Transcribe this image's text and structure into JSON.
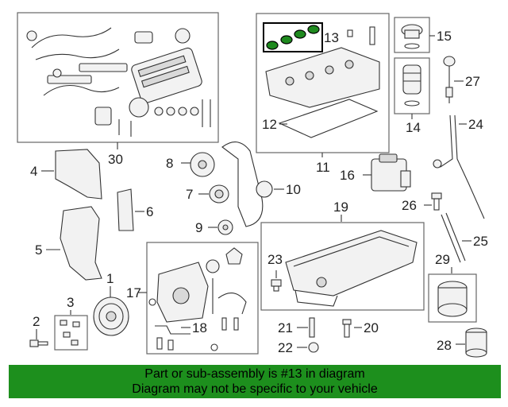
{
  "labels": {
    "p1": "1",
    "p2": "2",
    "p3": "3",
    "p4": "4",
    "p5": "5",
    "p6": "6",
    "p7": "7",
    "p8": "8",
    "p9": "9",
    "p10": "10",
    "p11": "11",
    "p12": "12",
    "p13": "13",
    "p14": "14",
    "p15": "15",
    "p16": "16",
    "p17": "17",
    "p18": "18",
    "p19": "19",
    "p20": "20",
    "p21": "21",
    "p22": "22",
    "p23": "23",
    "p24": "24",
    "p25": "25",
    "p26": "26",
    "p27": "27",
    "p28": "28",
    "p29": "29",
    "p30": "30"
  },
  "banner": {
    "line1": "Part or sub-assembly is #13 in diagram",
    "line2": "Diagram may not be specific to your vehicle",
    "color": "#1d8f1d"
  },
  "highlight": {
    "part": "13",
    "color": "#1f8a1f"
  }
}
